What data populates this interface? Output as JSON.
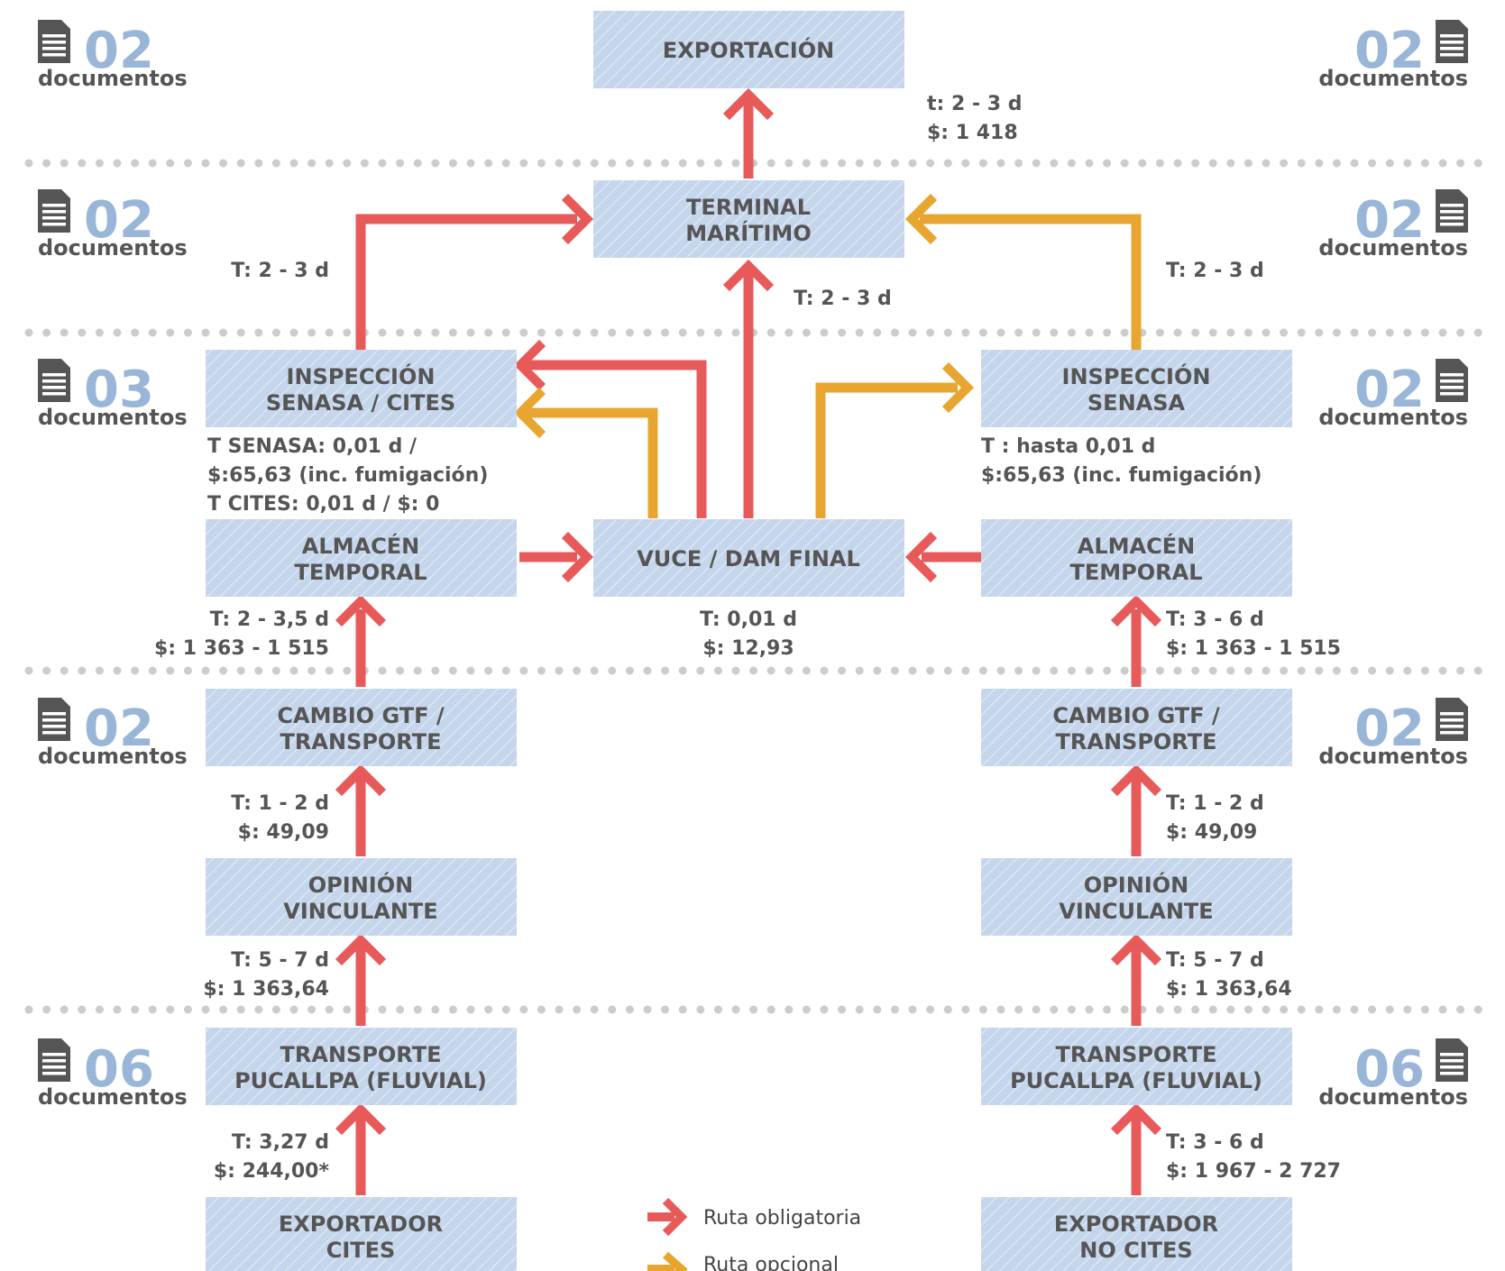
{
  "boxes": {
    "exportacion": [
      "EXPORTACIÓN"
    ],
    "terminal": [
      "TERMINAL",
      "MARÍTIMO"
    ],
    "insp_cites": [
      "INSPECCIÓN",
      "SENASA / CITES"
    ],
    "insp_senasa": [
      "INSPECCIÓN",
      "SENASA"
    ],
    "almacen_left": [
      "ALMACÉN",
      "TEMPORAL"
    ],
    "vuce": [
      "VUCE / DAM FINAL"
    ],
    "almacen_right": [
      "ALMACÉN",
      "TEMPORAL"
    ],
    "cambio_left": [
      "CAMBIO GTF /",
      "TRANSPORTE"
    ],
    "cambio_right": [
      "CAMBIO GTF /",
      "TRANSPORTE"
    ],
    "opinion_left": [
      "OPINIÓN",
      "VINCULANTE"
    ],
    "opinion_right": [
      "OPINIÓN",
      "VINCULANTE"
    ],
    "transporte_left": [
      "TRANSPORTE",
      "PUCALLPA (FLUVIAL)"
    ],
    "transporte_right": [
      "TRANSPORTE",
      "PUCALLPA (FLUVIAL)"
    ],
    "exportador_cites": [
      "EXPORTADOR",
      "CITES"
    ],
    "exportador_nocites": [
      "EXPORTADOR",
      "NO CITES"
    ]
  },
  "labels": {
    "export_t": "t: 2 - 3 d",
    "export_cost": "$: 1 418",
    "term_left_t": "T: 2 - 3 d",
    "term_center_t": "T: 2 - 3 d",
    "term_right_t": "T: 2 - 3 d",
    "cites_line1": "T SENASA: 0,01 d /",
    "cites_line2": "$:65,63 (inc. fumigación)",
    "cites_line3": "T CITES: 0,01 d / $: 0",
    "senasa_line1": "T : hasta 0,01 d",
    "senasa_line2": "$:65,63 (inc. fumigación)",
    "vuce_t": "T: 0,01 d",
    "vuce_cost": "$: 12,93",
    "alm_left_t": "T: 2 - 3,5 d",
    "alm_left_cost": "$: 1 363 - 1 515",
    "alm_right_t": "T: 3 - 6 d",
    "alm_right_cost": "$: 1 363 - 1 515",
    "cambio_left_t": "T: 1 - 2 d",
    "cambio_left_cost": "$: 49,09",
    "cambio_right_t": "T: 1 - 2 d",
    "cambio_right_cost": "$: 49,09",
    "opinion_left_t": "T: 5 - 7 d",
    "opinion_left_cost": "$: 1 363,64",
    "opinion_right_t": "T: 5 - 7 d",
    "opinion_right_cost": "$: 1 363,64",
    "transp_left_t": "T: 3,27 d",
    "transp_left_cost": "$: 244,00*",
    "transp_right_t": "T: 3 - 6 d",
    "transp_right_cost": "$: 1 967 - 2 727"
  },
  "docs": {
    "label": "documentos",
    "left": [
      "02",
      "02",
      "03",
      "02",
      "06"
    ],
    "right": [
      "02",
      "02",
      "02",
      "02",
      "06"
    ],
    "icon": "document-icon"
  },
  "legend": {
    "mandatory": "Ruta obligatoria",
    "optional": "Ruta opcional"
  },
  "colors": {
    "mandatory": "#e85a5a",
    "optional": "#e8a630",
    "box_fill": "#c5d6ec",
    "doc_number": "#99b5d7",
    "text": "#555555",
    "separator": "#cccccc"
  }
}
